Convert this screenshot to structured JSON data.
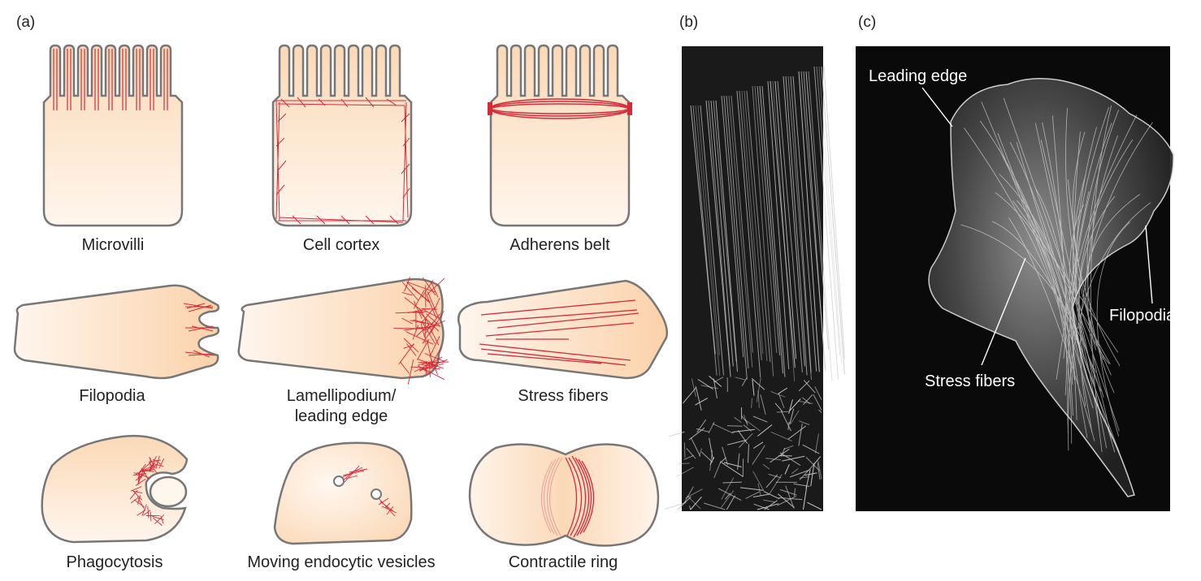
{
  "panels": {
    "a": "(a)",
    "b": "(b)",
    "c": "(c)"
  },
  "captions": {
    "microvilli": "Microvilli",
    "cell_cortex": "Cell cortex",
    "adherens_belt": "Adherens belt",
    "filopodia": "Filopodia",
    "lamellipodium_line1": "Lamellipodium/",
    "lamellipodium_line2": "leading edge",
    "stress_fibers": "Stress fibers",
    "phagocytosis": "Phagocytosis",
    "endocytic": "Moving endocytic vesicles",
    "contractile_ring": "Contractile ring"
  },
  "photo_labels": {
    "leading_edge": "Leading edge",
    "filopodia": "Filopodia",
    "stress_fibers": "Stress fibers"
  },
  "colors": {
    "actin": "#d42a3a",
    "cell_fill_light": "#fff4ea",
    "cell_fill_dark": "#fbd4ad",
    "outline": "#777777",
    "photo_bg": "#0a0a0a"
  }
}
